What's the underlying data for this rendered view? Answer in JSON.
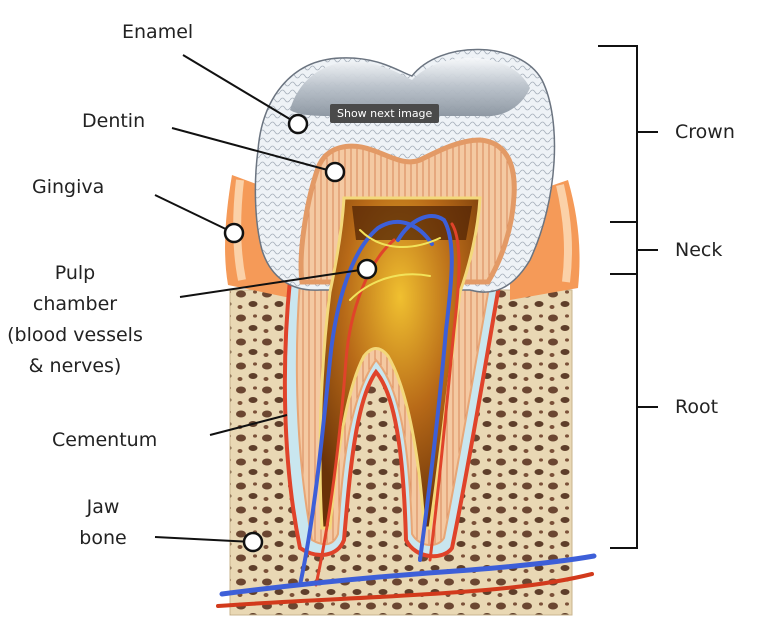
{
  "labels": {
    "enamel": "Enamel",
    "dentin": "Dentin",
    "gingiva": "Gingiva",
    "pulp_line1": "Pulp",
    "pulp_line2": "chamber",
    "pulp_line3": "(blood vessels",
    "pulp_line4": "& nerves)",
    "cementum": "Cementum",
    "jaw_line1": "Jaw",
    "jaw_line2": "bone",
    "crown": "Crown",
    "neck": "Neck",
    "root": "Root"
  },
  "tooltip": "Show next image",
  "colors": {
    "enamel": "#e8edf3",
    "dentin": "#efb07f",
    "gingiva": "#f39a5c",
    "bone": "#e6d4ae",
    "pulp": "#8a4a12",
    "vein": "#3d5fd8",
    "artery": "#d23a1c"
  }
}
